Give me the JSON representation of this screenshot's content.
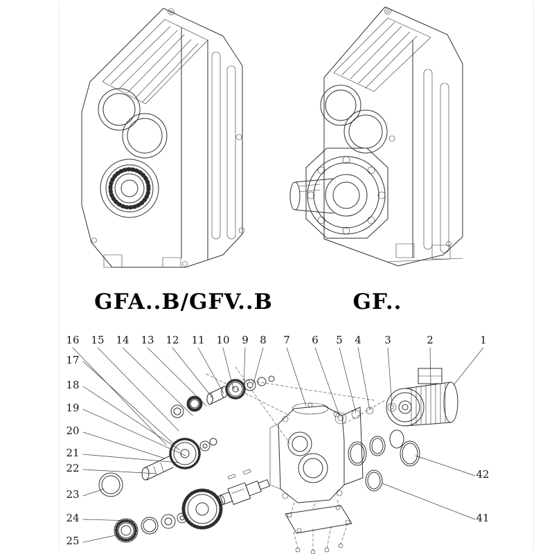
{
  "page": {
    "background": "#ffffff",
    "line_color": "#2e2e2e"
  },
  "models": {
    "left": {
      "label": "GFA..B/GFV..B"
    },
    "right": {
      "label": "GF.."
    }
  },
  "exploded": {
    "top_row": [
      "16",
      "15",
      "14",
      "13",
      "12",
      "11",
      "10",
      "9",
      "8",
      "7",
      "6",
      "5",
      "4",
      "3",
      "2",
      "1"
    ],
    "left_column": [
      "17",
      "18",
      "19",
      "20",
      "21",
      "22",
      "23",
      "24",
      "25"
    ],
    "right_column": [
      "42",
      "41"
    ]
  }
}
